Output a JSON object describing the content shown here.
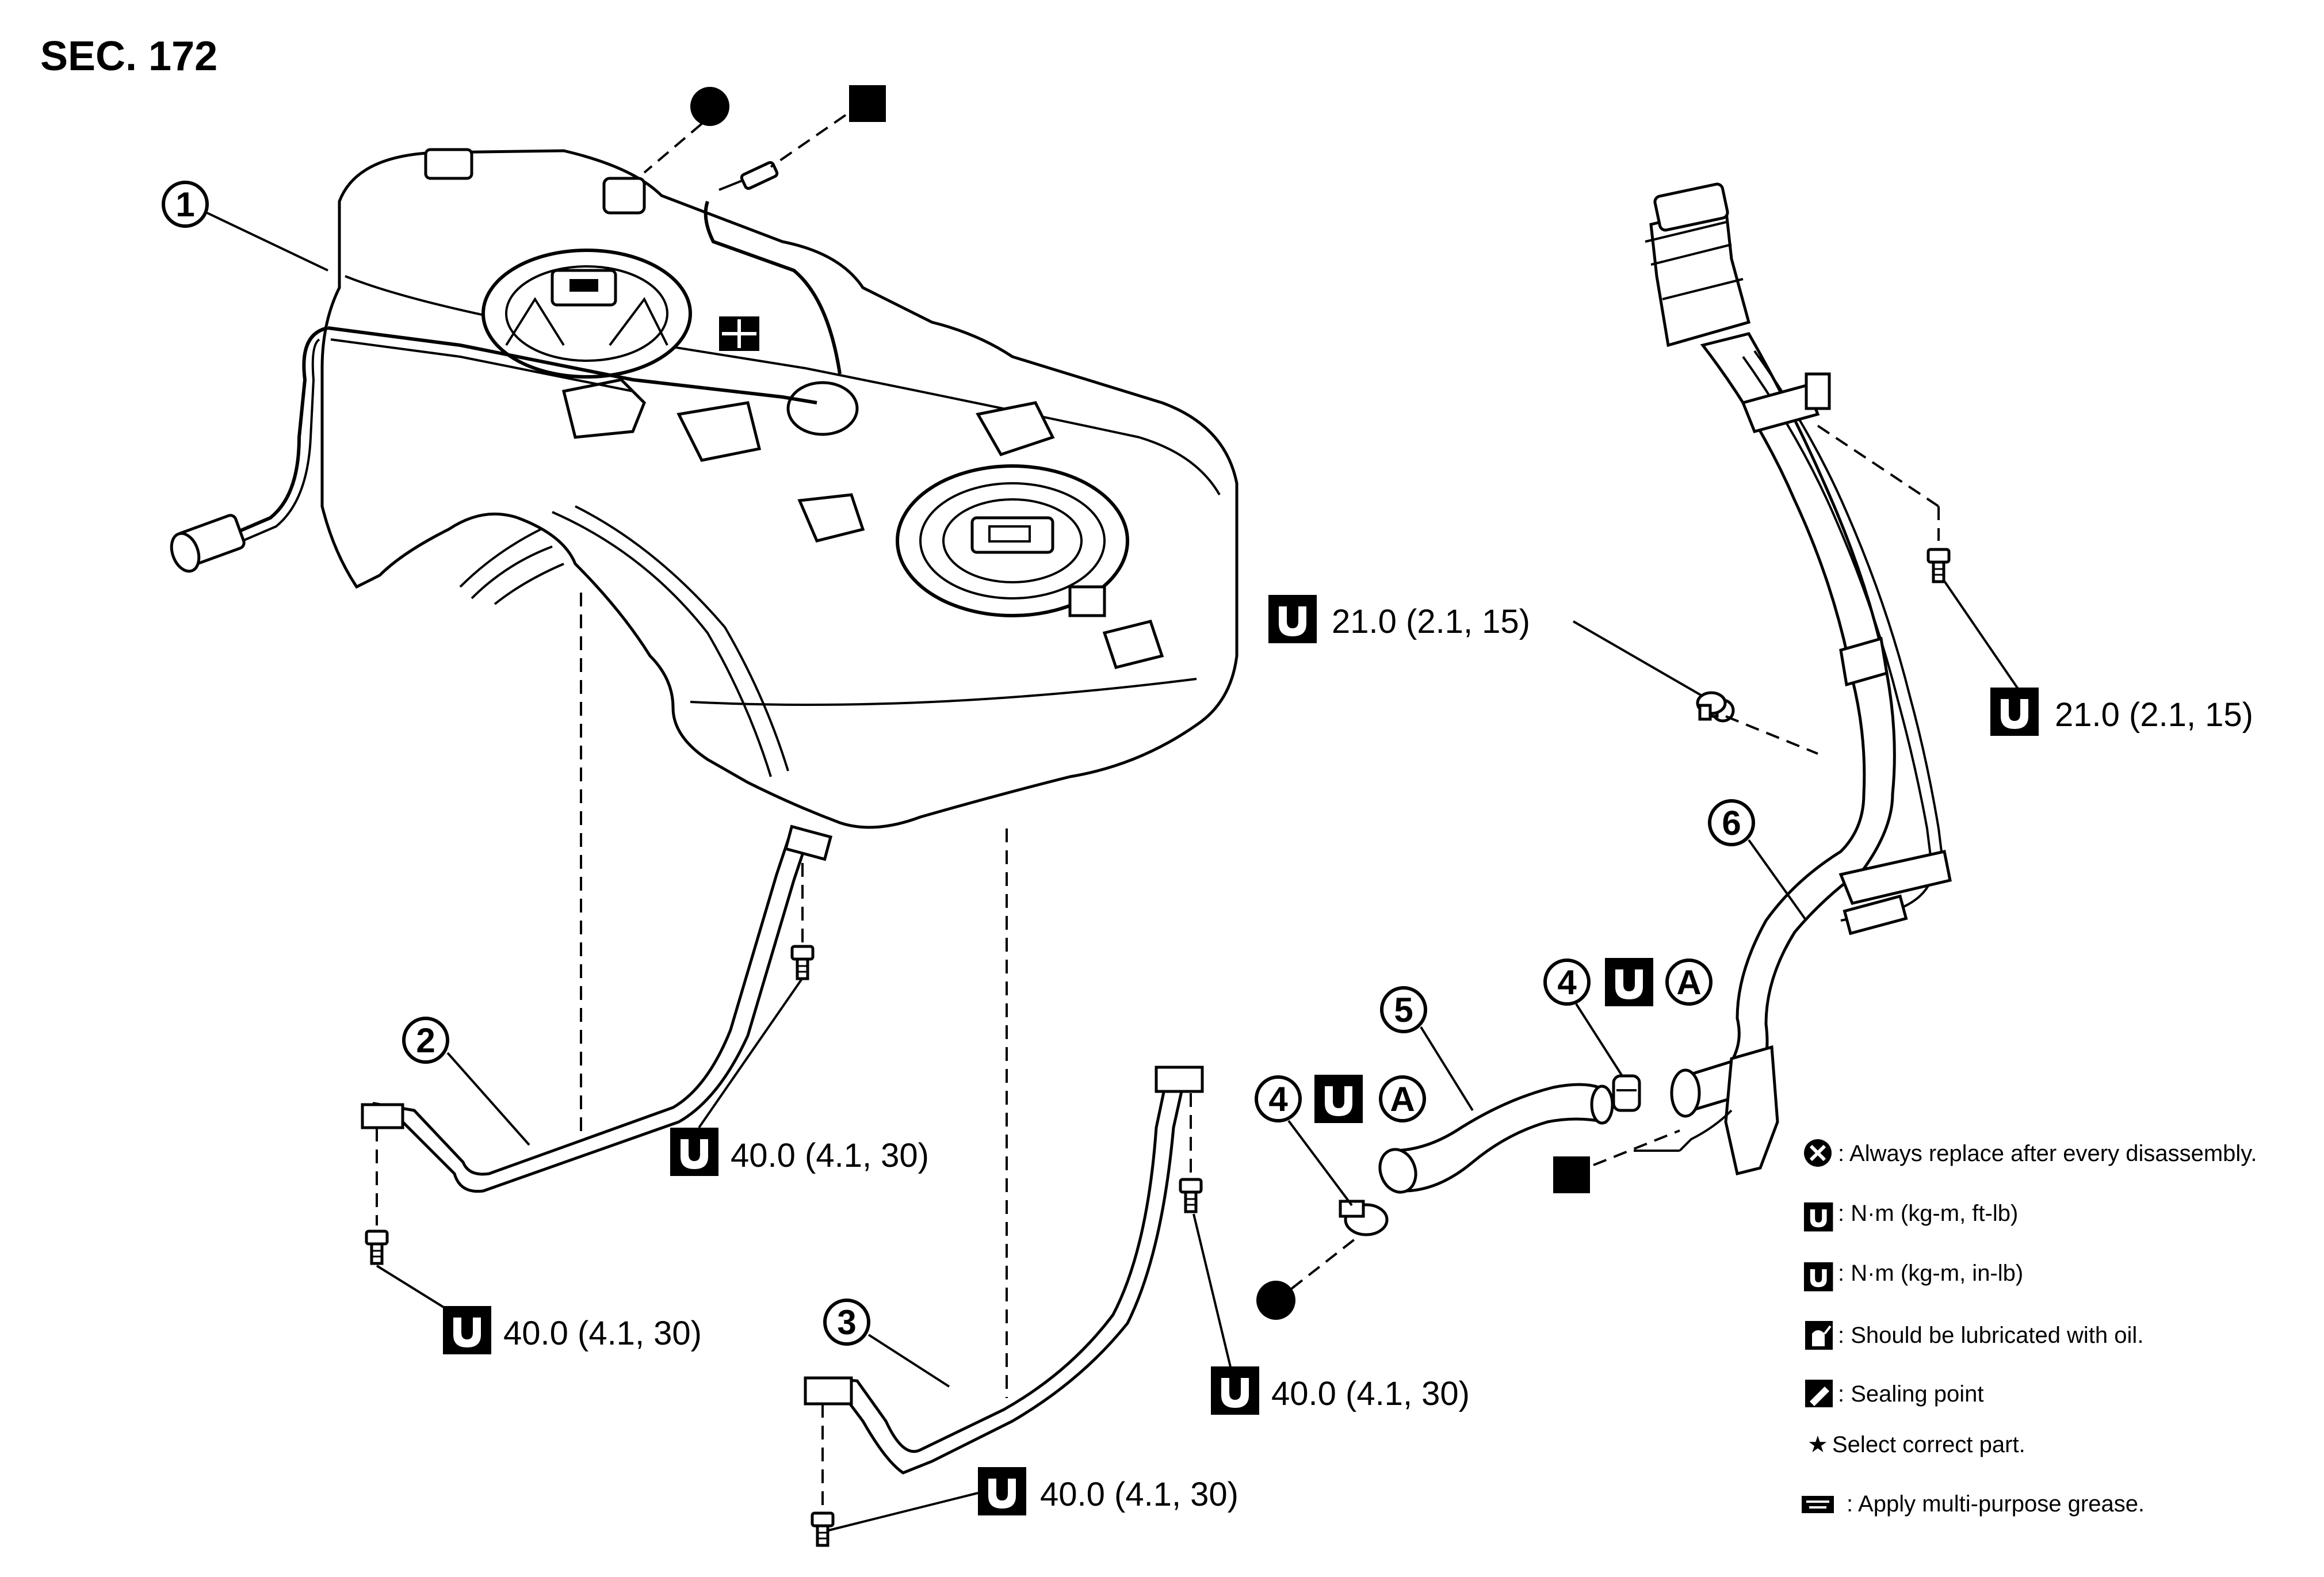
{
  "section": "SEC. 172",
  "callouts": [
    {
      "id": "1",
      "text": "1"
    },
    {
      "id": "2",
      "text": "2"
    },
    {
      "id": "3",
      "text": "3"
    },
    {
      "id": "4a",
      "text": "4"
    },
    {
      "id": "4b",
      "text": "4"
    },
    {
      "id": "5",
      "text": "5"
    },
    {
      "id": "6",
      "text": "6"
    }
  ],
  "torque_labels": {
    "filler_upper": "21.0 (2.1, 15)",
    "filler_right": "21.0 (2.1, 15)",
    "strap2_upper": "40.0 (4.1, 30)",
    "strap2_lower": "40.0 (4.1, 30)",
    "strap3_right": "40.0 (4.1, 30)",
    "strap3_lower": "40.0 (4.1, 30)"
  },
  "clamp_mark": "A",
  "legend": [
    {
      "icon": "replace-icon",
      "text": ": Always replace after every disassembly."
    },
    {
      "icon": "torque-ftlb-icon",
      "text": ": N·m (kg-m, ft-lb)"
    },
    {
      "icon": "torque-inlb-icon",
      "text": ": N·m (kg-m, in-lb)"
    },
    {
      "icon": "oil-can-icon",
      "text": ": Should be lubricated with oil."
    },
    {
      "icon": "sealing-icon",
      "text": ": Sealing point"
    },
    {
      "icon": "star-icon",
      "text": "Select correct part."
    },
    {
      "icon": "grease-icon",
      "text": ": Apply multi-purpose grease."
    }
  ],
  "colors": {
    "ink": "#000000",
    "paper": "#ffffff"
  }
}
